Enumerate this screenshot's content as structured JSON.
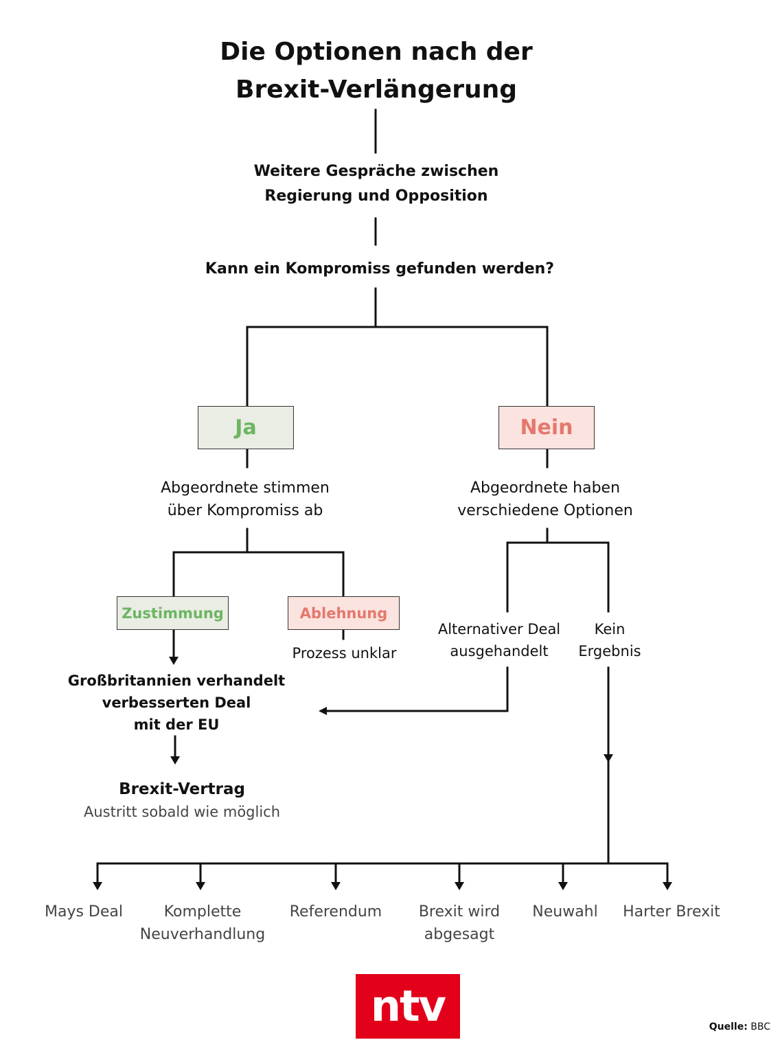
{
  "title": {
    "line1": "Die Optionen nach der",
    "line2": "Brexit-Verlängerung"
  },
  "step1": {
    "line1": "Weitere Gespräche zwischen",
    "line2": "Regierung und Opposition"
  },
  "question": "Kann ein Kompromiss gefunden werden?",
  "yes": {
    "label": "Ja",
    "next": {
      "line1": "Abgeordnete stimmen",
      "line2": "über Kompromiss ab"
    },
    "approve": {
      "label": "Zustimmung",
      "result": {
        "line1": "Großbritannien verhandelt",
        "line2": "verbesserten Deal",
        "line3": "mit der EU"
      },
      "final_title": "Brexit-Vertrag",
      "final_sub": "Austritt sobald wie möglich"
    },
    "reject": {
      "label": "Ablehnung",
      "result": "Prozess unklar"
    }
  },
  "no": {
    "label": "Nein",
    "next": {
      "line1": "Abgeordnete haben",
      "line2": "verschiedene Optionen"
    },
    "alt": {
      "line1": "Alternativer Deal",
      "line2": "ausgehandelt"
    },
    "none": {
      "line1": "Kein",
      "line2": "Ergebnis"
    }
  },
  "options": [
    {
      "line1": "Mays Deal",
      "line2": ""
    },
    {
      "line1": "Komplette",
      "line2": "Neuverhandlung"
    },
    {
      "line1": "Referendum",
      "line2": ""
    },
    {
      "line1": "Brexit wird",
      "line2": "abgesagt"
    },
    {
      "line1": "Neuwahl",
      "line2": ""
    },
    {
      "line1": "Harter Brexit",
      "line2": ""
    }
  ],
  "logo": "ntv",
  "source": {
    "label": "Quelle:",
    "value": "BBC"
  },
  "colors": {
    "yes_text": "#6db563",
    "yes_bg": "#e9ede3",
    "no_text": "#e5786d",
    "no_bg": "#fbe3df",
    "logo_bg": "#e2001a",
    "line": "#111111"
  }
}
